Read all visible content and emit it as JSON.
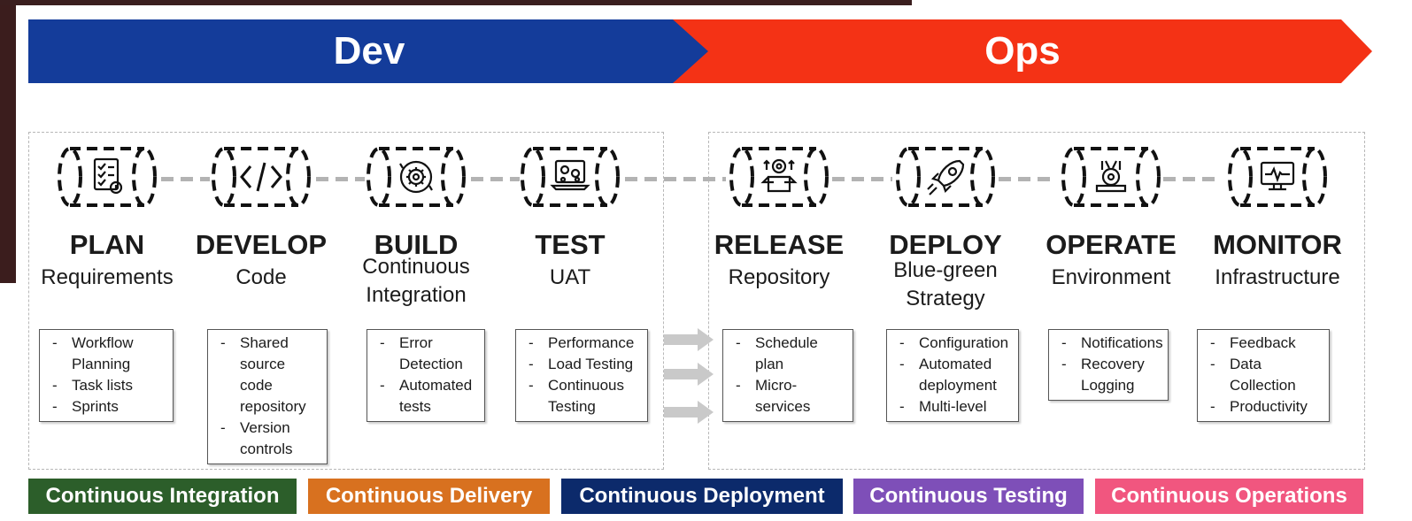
{
  "banners": {
    "dev": "Dev",
    "ops": "Ops"
  },
  "colors": {
    "dev": "#143c9a",
    "ops": "#f43215",
    "ci": "#2c5e2a",
    "cdel": "#d8711f",
    "cdep": "#0c2a6b",
    "ctest": "#7e4fb8",
    "cops": "#f1567f"
  },
  "stages": [
    {
      "key": "plan",
      "icon": "checklist-icon",
      "title": "PLAN",
      "sub": "Requirements",
      "notes": [
        "Workflow Planning",
        "Task lists",
        "Sprints"
      ]
    },
    {
      "key": "develop",
      "icon": "code-icon",
      "title": "DEVELOP",
      "sub": "Code",
      "notes": [
        "Shared source code repository",
        "Version controls"
      ]
    },
    {
      "key": "build",
      "icon": "gear-cycle-icon",
      "title": "BUILD",
      "sub": "Continuous Integration",
      "notes": [
        "Error Detection",
        "Automated tests"
      ]
    },
    {
      "key": "test",
      "icon": "laptop-gears-icon",
      "title": "TEST",
      "sub": "UAT",
      "notes": [
        "Performance",
        "Load Testing",
        "Continuous Testing"
      ]
    },
    {
      "key": "release",
      "icon": "box-gear-icon",
      "title": "RELEASE",
      "sub": "Repository",
      "notes": [
        "Schedule plan",
        "Micro-services"
      ]
    },
    {
      "key": "deploy",
      "icon": "rocket-icon",
      "title": "DEPLOY",
      "sub": "Blue-green Strategy",
      "notes": [
        "Configuration",
        "Automated deployment",
        "Multi-level"
      ]
    },
    {
      "key": "operate",
      "icon": "tools-icon",
      "title": "OPERATE",
      "sub": "Environment",
      "notes": [
        "Notifications",
        "Recovery Logging"
      ]
    },
    {
      "key": "monitor",
      "icon": "monitor-icon",
      "title": "MONITOR",
      "sub": "Infrastructure",
      "notes": [
        "Feedback",
        "Data Collection",
        "Productivity"
      ]
    }
  ],
  "legend": [
    {
      "label": "Continuous Integration",
      "color": "#2c5e2a"
    },
    {
      "label": "Continuous Delivery",
      "color": "#d8711f"
    },
    {
      "label": "Continuous Deployment",
      "color": "#0c2a6b"
    },
    {
      "label": "Continuous Testing",
      "color": "#7e4fb8"
    },
    {
      "label": "Continuous Operations",
      "color": "#f1567f"
    }
  ]
}
